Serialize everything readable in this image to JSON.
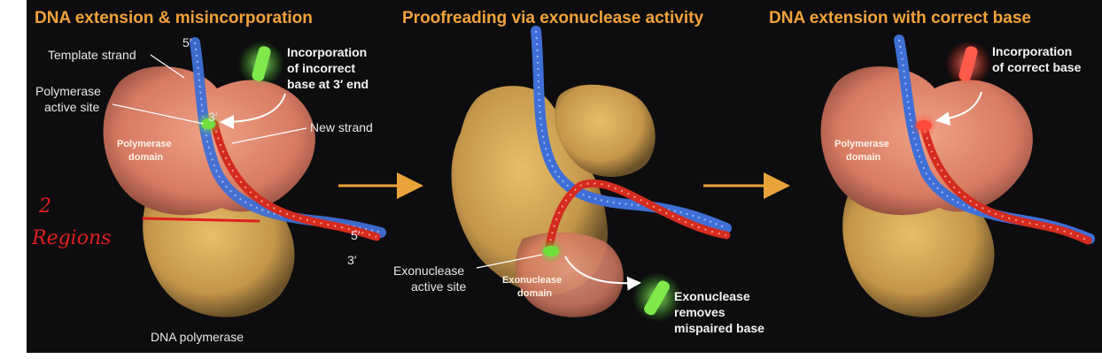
{
  "panels": [
    {
      "title": "DNA extension & misincorporation",
      "labels": {
        "template_strand": "Template strand",
        "prime5_top": "5′",
        "polymerase_active_site_line1": "Polymerase",
        "polymerase_active_site_line2": "active site",
        "prime3_mid": "3′",
        "incorporation_line1": "Incorporation",
        "incorporation_line2": "of incorrect",
        "incorporation_line3": "base at 3′ end",
        "new_strand": "New strand",
        "polymerase_domain_line1": "Polymerase",
        "polymerase_domain_line2": "domain",
        "prime5_right": "5′",
        "prime3_right": "3′",
        "dna_polymerase": "DNA polymerase"
      }
    },
    {
      "title": "Proofreading via exonuclease activity",
      "labels": {
        "exo_active_site_line1": "Exonuclease",
        "exo_active_site_line2": "active site",
        "exo_domain_line1": "Exonuclease",
        "exo_domain_line2": "domain",
        "removes_line1": "Exonuclease",
        "removes_line2": "removes",
        "removes_line3": "mispaired base"
      }
    },
    {
      "title": "DNA extension with correct base",
      "labels": {
        "incorporation_line1": "Incorporation",
        "incorporation_line2": "of correct base",
        "polymerase_domain_line1": "Polymerase",
        "polymerase_domain_line2": "domain"
      }
    }
  ],
  "annotation": {
    "line1": "2",
    "line2": "Regions"
  },
  "colors": {
    "title": "#f2a23a",
    "arrow": "#e9a33a",
    "polymerase_domain": "#e0836a",
    "exonuclease_domain": "#d3a651",
    "template_strand": "#3f6fd6",
    "new_strand": "#d42b1f",
    "incorrect_base": "#6fe03a",
    "correct_base": "#ff4a3a",
    "annotation_ink": "#e0201f"
  }
}
